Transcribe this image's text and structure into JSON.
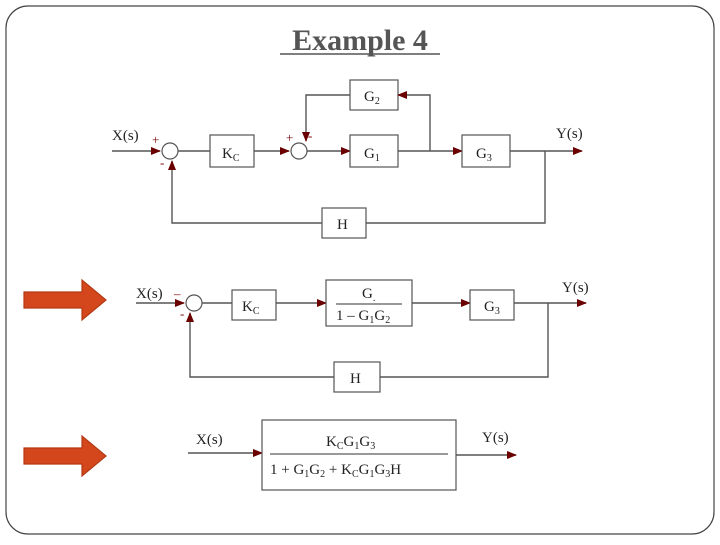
{
  "title": "Example 4",
  "diagram1": {
    "input": "X(s)",
    "output": "Y(s)",
    "sum1_signs": [
      "+",
      "-"
    ],
    "sum2_signs": [
      "+",
      "-"
    ],
    "kc": "K",
    "kc_sub": "C",
    "g1": "G",
    "g1_sub": "1",
    "g2": "G",
    "g2_sub": "2",
    "g3": "G",
    "g3_sub": "3",
    "h": "H"
  },
  "diagram2": {
    "input": "X(s)",
    "output": "Y(s)",
    "sum_signs": [
      "–",
      "-"
    ],
    "kc": "K",
    "kc_sub": "C",
    "tf_num": "G",
    "tf_num_sub": ".",
    "tf_den_pre": "1 –  G",
    "tf_den_sub1": "1",
    "tf_den_mid": "G",
    "tf_den_sub2": "2",
    "g3": "G",
    "g3_sub": "3",
    "h": "H"
  },
  "diagram3": {
    "input": "X(s)",
    "output": "Y(s)",
    "num": [
      "K",
      "C",
      "G",
      "1",
      "G",
      "3"
    ],
    "den": [
      "1 + G",
      "1",
      "G",
      "2",
      " + K",
      "C",
      "G",
      "1",
      "G",
      "3",
      "H"
    ]
  },
  "colors": {
    "arrow_fill": "#d4471c",
    "arrow_stroke": "#b33a14",
    "signal_arrow": "#6b0000",
    "line": "#555555"
  }
}
